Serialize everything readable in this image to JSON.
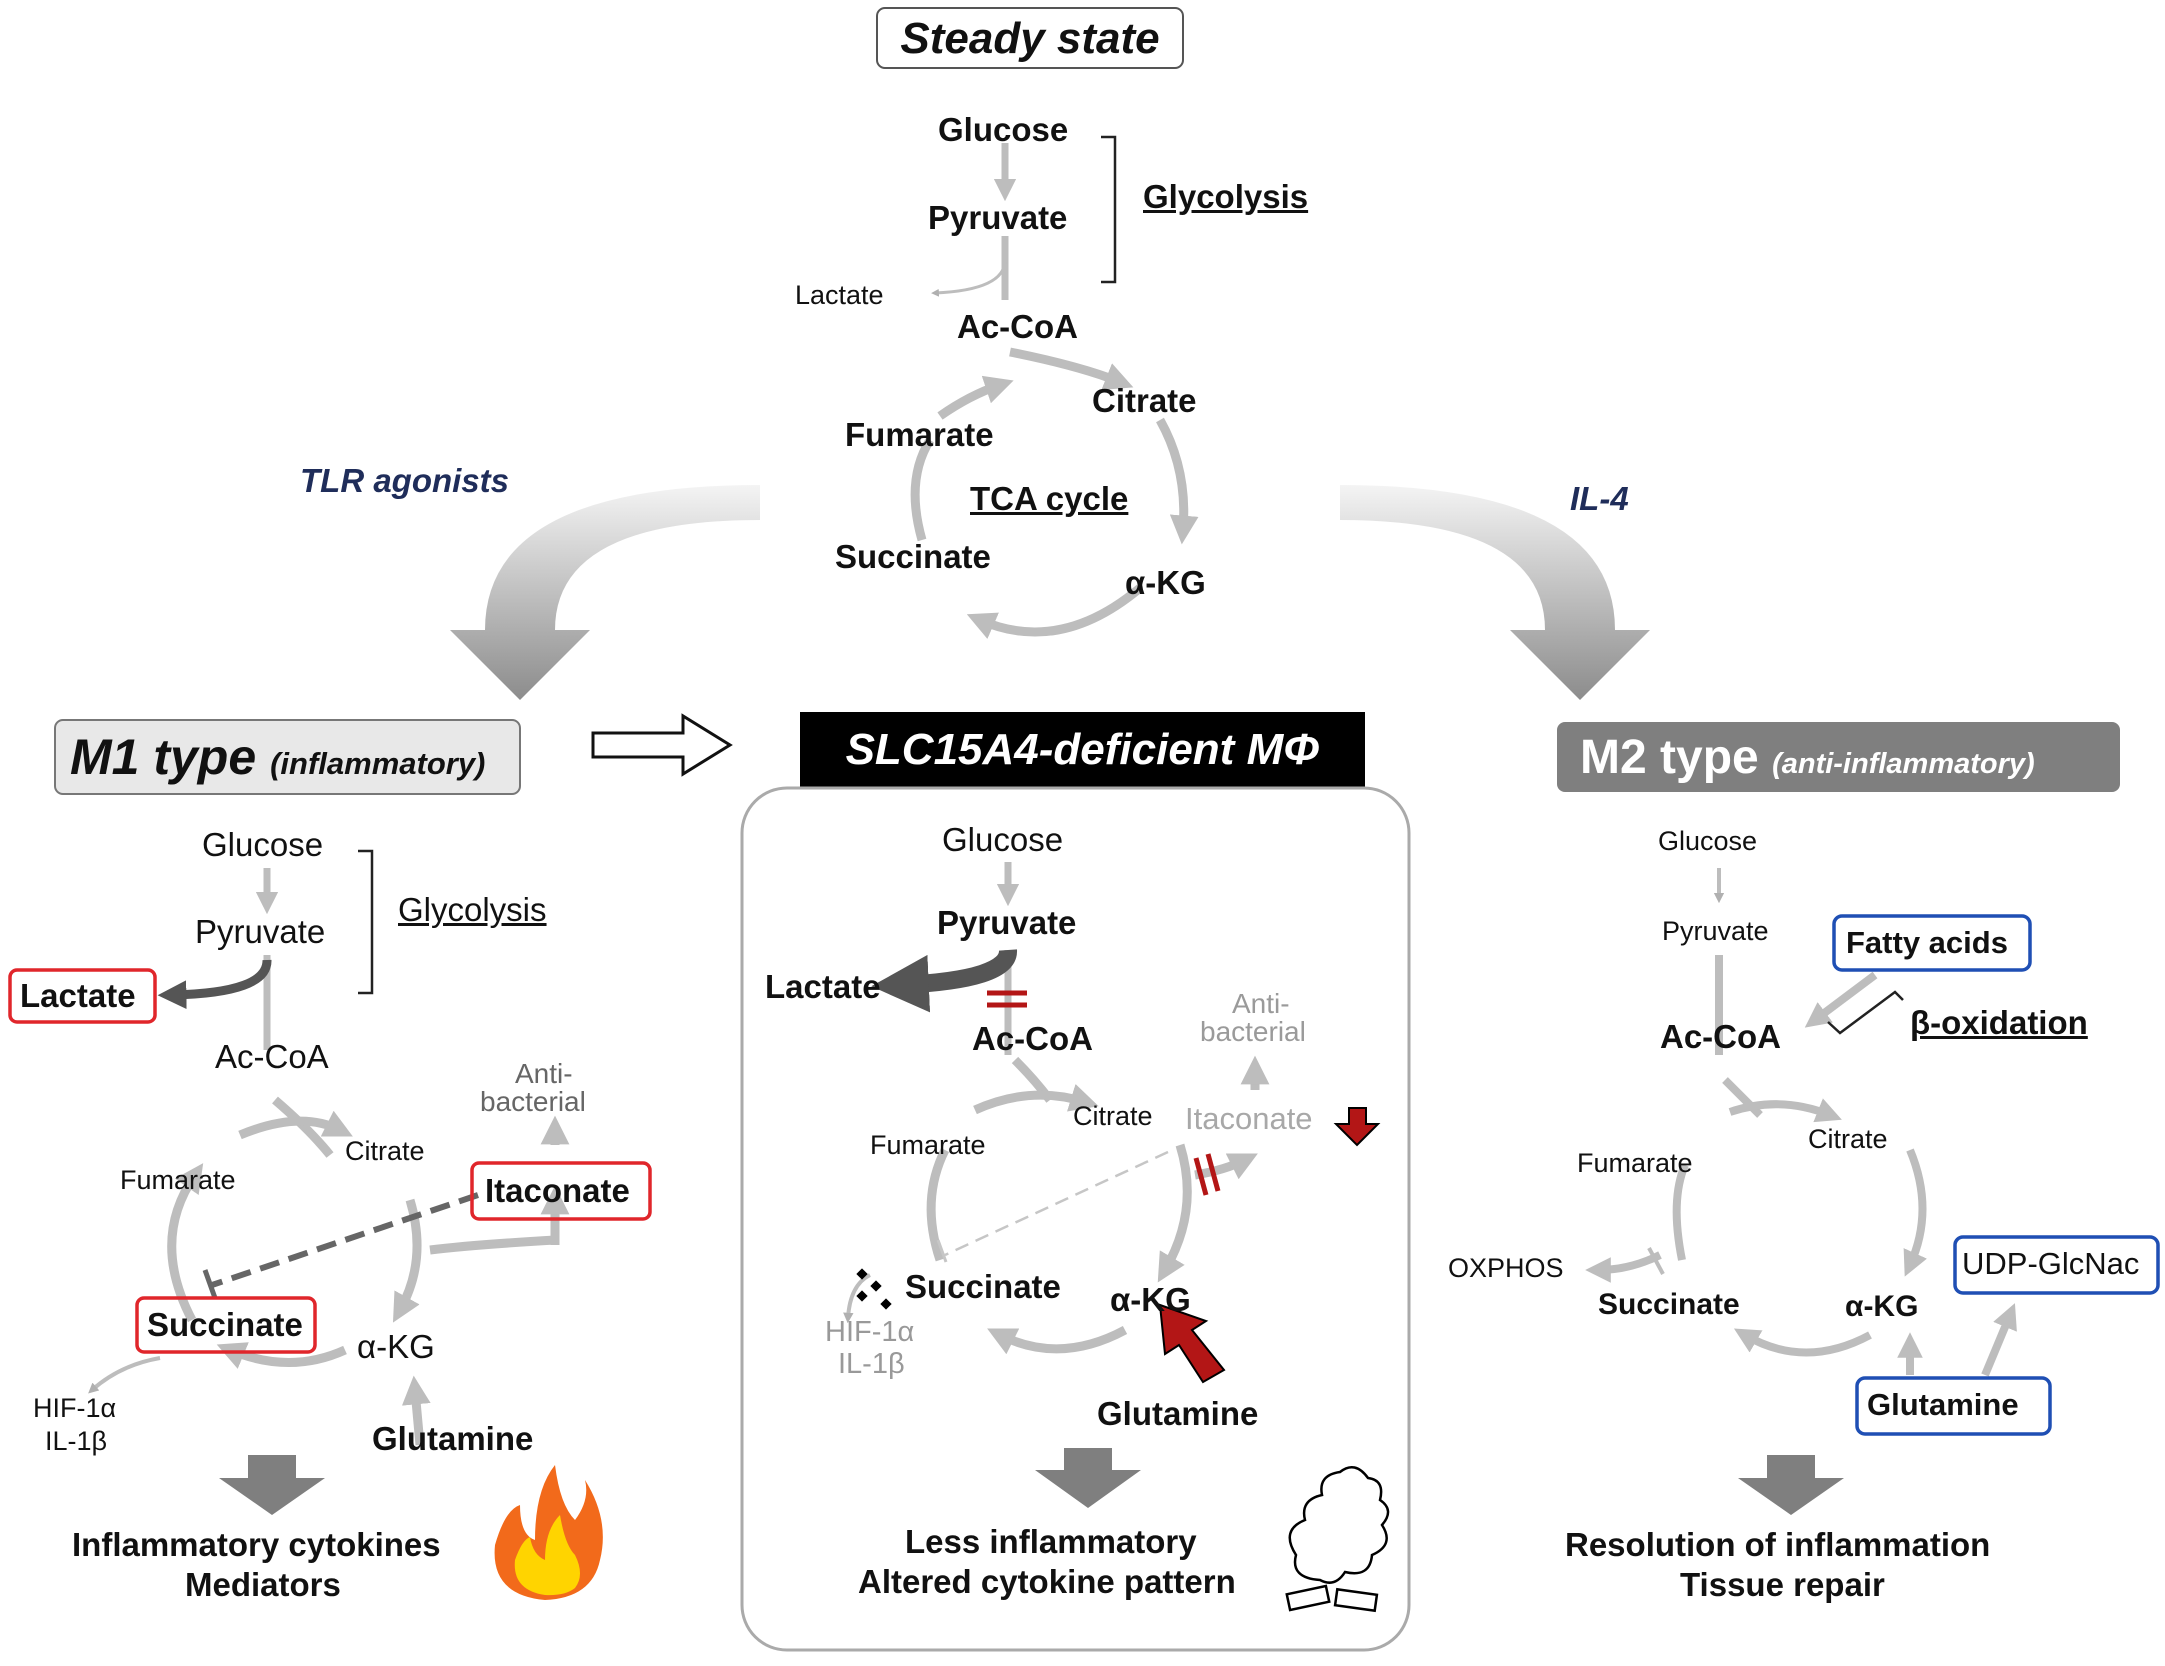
{
  "steady": {
    "title": "Steady state",
    "glucose": "Glucose",
    "pyruvate": "Pyruvate",
    "glycolysis": "Glycolysis",
    "lactate": "Lactate",
    "accoa": "Ac-CoA",
    "citrate": "Citrate",
    "fumarate": "Fumarate",
    "tca": "TCA cycle",
    "succinate": "Succinate",
    "akg": "α-KG"
  },
  "stimuli": {
    "tlr": "TLR agonists",
    "il4": "IL-4"
  },
  "m1": {
    "title_main": "M1 type",
    "title_sub": "(inflammatory)",
    "glucose": "Glucose",
    "pyruvate": "Pyruvate",
    "glycolysis": "Glycolysis",
    "lactate": "Lactate",
    "accoa": "Ac-CoA",
    "antibacterial_1": "Anti-",
    "antibacterial_2": "bacterial",
    "fumarate": "Fumarate",
    "citrate": "Citrate",
    "itaconate": "Itaconate",
    "succinate": "Succinate",
    "akg": "α-KG",
    "hif": "HIF-1α",
    "il1b": "IL-1β",
    "glutamine": "Glutamine",
    "outcome_1": "Inflammatory cytokines",
    "outcome_2": "Mediators"
  },
  "slc": {
    "title": "SLC15A4-deficient MΦ",
    "glucose": "Glucose",
    "pyruvate": "Pyruvate",
    "lactate": "Lactate",
    "accoa": "Ac-CoA",
    "antibacterial_1": "Anti-",
    "antibacterial_2": "bacterial",
    "citrate": "Citrate",
    "itaconate": "Itaconate",
    "fumarate": "Fumarate",
    "succinate": "Succinate",
    "akg": "α-KG",
    "hif": "HIF-1α",
    "il1b": "IL-1β",
    "glutamine": "Glutamine",
    "outcome_1": "Less inflammatory",
    "outcome_2": "Altered cytokine pattern"
  },
  "m2": {
    "title_main": "M2 type",
    "title_sub": "(anti-inflammatory)",
    "glucose": "Glucose",
    "pyruvate": "Pyruvate",
    "fatty_acids": "Fatty acids",
    "accoa": "Ac-CoA",
    "boxidation": "β-oxidation",
    "citrate": "Citrate",
    "fumarate": "Fumarate",
    "oxphos": "OXPHOS",
    "succinate": "Succinate",
    "akg": "α-KG",
    "udp": "UDP-GlcNac",
    "glutamine": "Glutamine",
    "outcome_1": "Resolution of inflammation",
    "outcome_2": "Tissue repair"
  },
  "colors": {
    "pathway_grey": "#bdbdbd",
    "dark_arrow": "#555555",
    "highlight_red": "#e0262b",
    "highlight_blue": "#1f4fb4",
    "block_red": "#b31616",
    "title_black": "#000000",
    "m2_title_grey": "#7f7f7f",
    "stimulus_navy": "#1f2d5a"
  }
}
